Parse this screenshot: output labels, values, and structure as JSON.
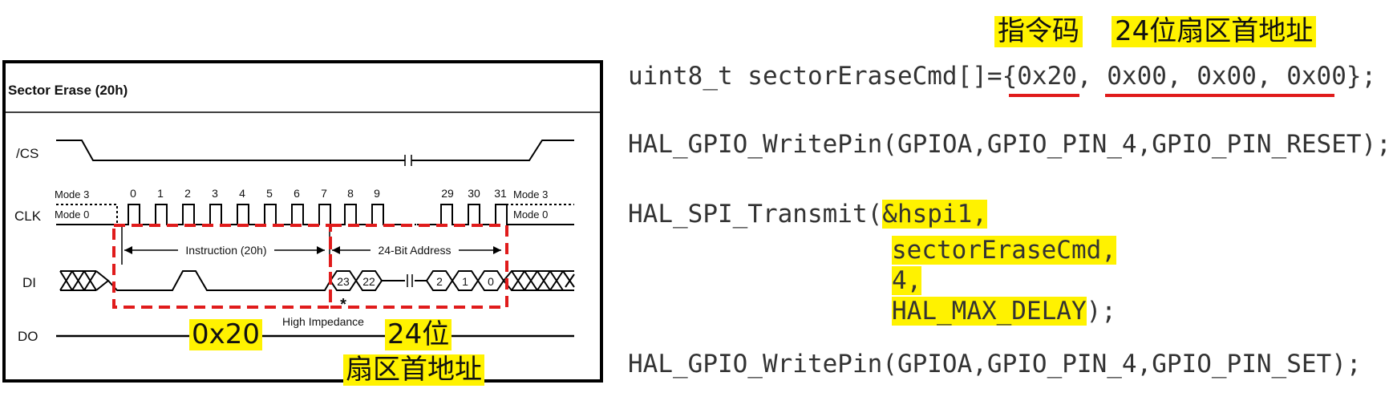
{
  "diagram": {
    "title": "Sector Erase (20h)",
    "signals": [
      "/CS",
      "CLK",
      "DI",
      "DO"
    ],
    "mode_labels": {
      "left_top": "Mode 3",
      "left_bottom": "Mode 0",
      "right_top": "Mode 3",
      "right_bottom": "Mode 0"
    },
    "clock_numbers": [
      "0",
      "1",
      "2",
      "3",
      "4",
      "5",
      "6",
      "7",
      "8",
      "9",
      "29",
      "30",
      "31"
    ],
    "segments": {
      "instruction": "Instruction (20h)",
      "address": "24-Bit Address"
    },
    "address_bits": [
      "23",
      "22",
      "2",
      "1",
      "0"
    ],
    "asterisk": "*",
    "do_label": "High Impedance"
  },
  "annotations": {
    "instruction_code": "0x20",
    "address_bits_line1": "24位",
    "address_bits_line2": "扇区首地址",
    "header_instruction": "指令码",
    "header_address": "24位扇区首地址"
  },
  "code": {
    "line1_prefix": "uint8_t sectorEraseCmd[]={",
    "line1_cmd": "0x20",
    "line1_mid": ", ",
    "line1_addr": "0x00, 0x00, 0x00",
    "line1_suffix": "};",
    "line2": "HAL_GPIO_WritePin(GPIOA,GPIO_PIN_4,GPIO_PIN_RESET);",
    "line3_prefix": "HAL_SPI_Transmit(",
    "arg1": "&hspi1,",
    "arg2": "sectorEraseCmd,",
    "arg3": "4,",
    "arg4": "HAL_MAX_DELAY",
    "line6_suffix": ");",
    "line7": "HAL_GPIO_WritePin(GPIOA,GPIO_PIN_4,GPIO_PIN_SET);"
  },
  "colors": {
    "highlight": "#fff200",
    "dashed_box": "#e01b1b",
    "underline": "#e01b1b",
    "code_text": "#333333"
  }
}
